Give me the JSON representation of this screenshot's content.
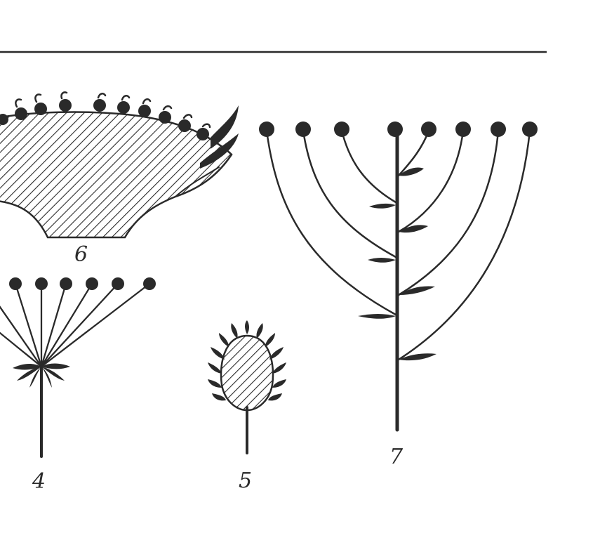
{
  "figure": {
    "labels": {
      "capitulum": "6",
      "umbel": "4",
      "head": "5",
      "corymb": "7"
    },
    "colors": {
      "ink": "#2a2a2a",
      "background": "#ffffff"
    }
  }
}
